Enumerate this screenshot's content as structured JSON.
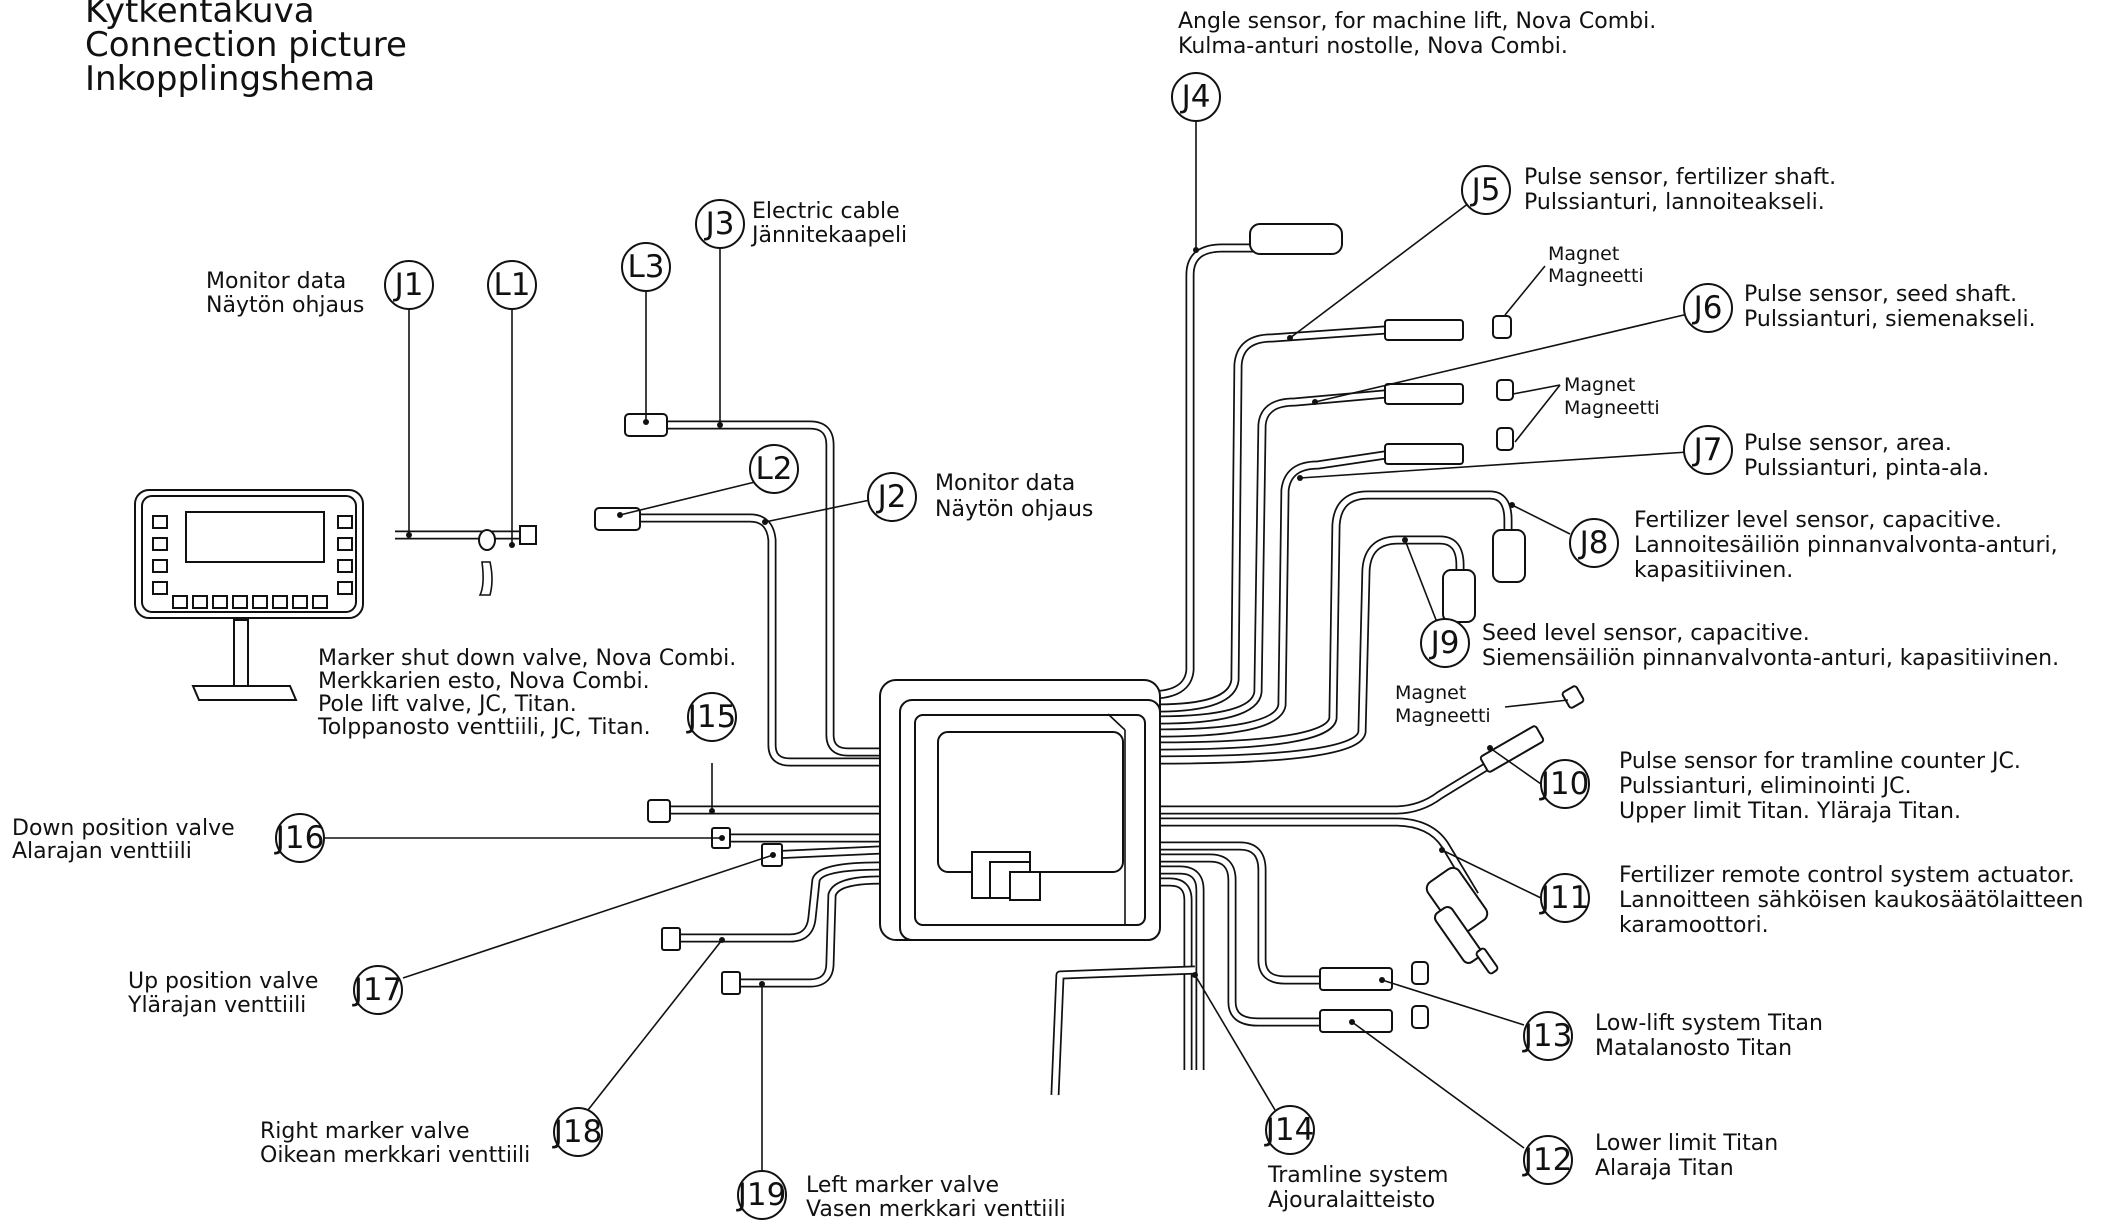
{
  "title": {
    "line1": "Kytkentäkuva",
    "line2": "Connection picture",
    "line3": "Inkopplingshema"
  },
  "connectors": {
    "J1": {
      "id": "J1",
      "line1": "Monitor data",
      "line2": "Näytön ohjaus"
    },
    "L1": {
      "id": "L1"
    },
    "L3": {
      "id": "L3"
    },
    "J3": {
      "id": "J3",
      "line1": "Electric cable",
      "line2": "Jännitekaapeli"
    },
    "L2": {
      "id": "L2"
    },
    "J2": {
      "id": "J2",
      "line1": "Monitor data",
      "line2": "Näytön ohjaus"
    },
    "J4": {
      "id": "J4",
      "line1": "Angle sensor, for machine lift, Nova Combi.",
      "line2": "Kulma-anturi nostolle, Nova Combi."
    },
    "J5": {
      "id": "J5",
      "line1": "Pulse sensor, fertilizer shaft.",
      "line2": "Pulssianturi, lannoiteakseli."
    },
    "J6": {
      "id": "J6",
      "line1": "Pulse sensor, seed shaft.",
      "line2": "Pulssianturi, siemenakseli."
    },
    "J7": {
      "id": "J7",
      "line1": "Pulse sensor, area.",
      "line2": "Pulssianturi, pinta-ala."
    },
    "J8": {
      "id": "J8",
      "line1": "Fertilizer level sensor, capacitive.",
      "line2": "Lannoitesäiliön pinnanvalvonta-anturi,",
      "line3": "kapasitiivinen."
    },
    "J9": {
      "id": "J9",
      "line1": "Seed level sensor, capacitive.",
      "line2": "Siemensäiliön pinnanvalvonta-anturi, kapasitiivinen."
    },
    "J10": {
      "id": "J10",
      "line1": "Pulse sensor for tramline counter JC.",
      "line2": "Pulssianturi, eliminointi JC.",
      "line3": "Upper limit Titan. Yläraja Titan."
    },
    "J11": {
      "id": "J11",
      "line1": "Fertilizer remote control system actuator.",
      "line2": "Lannoitteen sähköisen kaukosäätölaitteen",
      "line3": "karamoottori."
    },
    "J12": {
      "id": "J12",
      "line1": "Lower limit Titan",
      "line2": "Alaraja Titan"
    },
    "J13": {
      "id": "J13",
      "line1": "Low-lift system Titan",
      "line2": "Matalanosto Titan"
    },
    "J14": {
      "id": "J14",
      "line1": "Tramline system",
      "line2": "Ajouralaitteisto"
    },
    "J15": {
      "id": "J15",
      "line1": "Marker shut down valve, Nova Combi.",
      "line2": "Merkkarien esto, Nova Combi.",
      "line3": "Pole lift valve, JC, Titan.",
      "line4": "Tolppanosto venttiili, JC, Titan."
    },
    "J16": {
      "id": "J16",
      "line1": "Down position valve",
      "line2": "Alarajan venttiili"
    },
    "J17": {
      "id": "J17",
      "line1": "Up position valve",
      "line2": "Ylärajan venttiili"
    },
    "J18": {
      "id": "J18",
      "line1": "Right marker valve",
      "line2": "Oikean merkkari venttiili"
    },
    "J19": {
      "id": "J19",
      "line1": "Left marker valve",
      "line2": "Vasen merkkari venttiili"
    }
  },
  "magnets": {
    "m1": {
      "line1": "Magnet",
      "line2": "Magneetti"
    },
    "m2": {
      "line1": "Magnet",
      "line2": "Magneetti"
    },
    "m3": {
      "line1": "Magnet",
      "line2": "Magneetti"
    }
  }
}
